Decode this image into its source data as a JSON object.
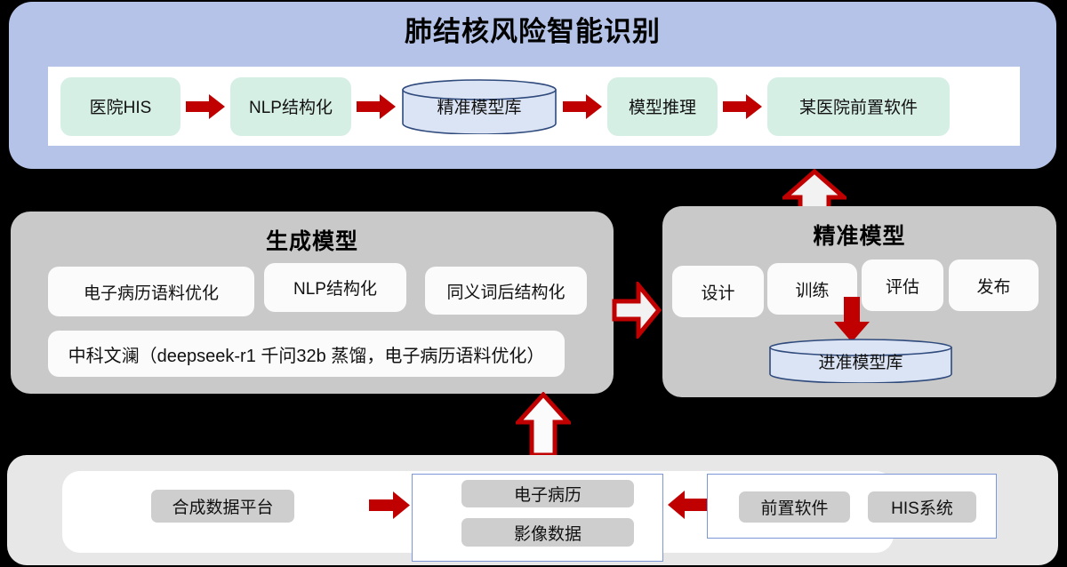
{
  "banner": {
    "title": "肺结核风险智能识别",
    "flow": [
      {
        "label": "医院HIS",
        "shape": "box"
      },
      {
        "label": "arrow-right",
        "shape": "arrow"
      },
      {
        "label": "NLP结构化",
        "shape": "box"
      },
      {
        "label": "arrow-right",
        "shape": "arrow"
      },
      {
        "label": "精准模型库",
        "shape": "cylinder"
      },
      {
        "label": "arrow-right",
        "shape": "arrow"
      },
      {
        "label": "模型推理",
        "shape": "box"
      },
      {
        "label": "arrow-right",
        "shape": "arrow"
      },
      {
        "label": "某医院前置软件",
        "shape": "box"
      }
    ]
  },
  "generative_panel": {
    "title": "生成模型",
    "items": [
      "电子病历语料优化",
      "NLP结构化",
      "同义词后结构化",
      "中科文澜（deepseek-r1 千问32b 蒸馏，电子病历语料优化）"
    ]
  },
  "precise_panel": {
    "title": "精准模型",
    "steps": [
      "设计",
      "训练",
      "评估",
      "发布"
    ],
    "repository": "进准模型库"
  },
  "bottom_panel": {
    "source_platform": "合成数据平台",
    "center_box": [
      "电子病历",
      "影像数据"
    ],
    "right_box": [
      "前置软件",
      "HIS系统"
    ]
  },
  "colors": {
    "banner_bg": "#b4c3e7",
    "mint": "#d6efe5",
    "panel_gray": "#c9c9c9",
    "bottom_gray": "#e7e7e7",
    "pill_gray": "#cecece",
    "red": "#c00000",
    "blue_border": "#7b97d4",
    "cylinder_fill": "#dbe4f4",
    "cylinder_stroke": "#2f4a7c",
    "background": "#000000"
  }
}
